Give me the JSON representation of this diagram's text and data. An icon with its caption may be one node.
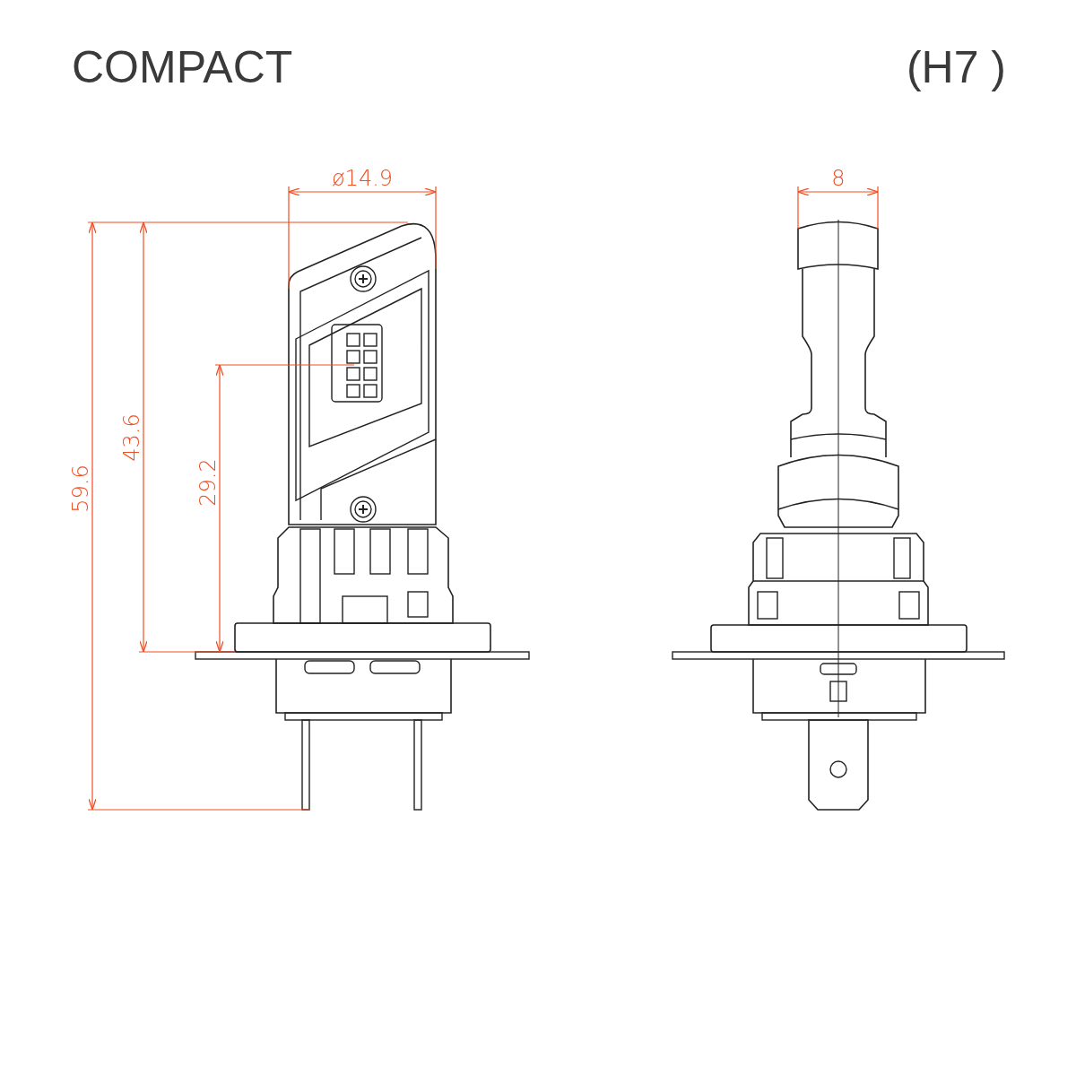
{
  "diagram": {
    "labels": [
      "COMPACT",
      "(H7 )",
      "ø14.9",
      "8",
      "59.6",
      "43.6",
      "29.2"
    ]
  }
}
